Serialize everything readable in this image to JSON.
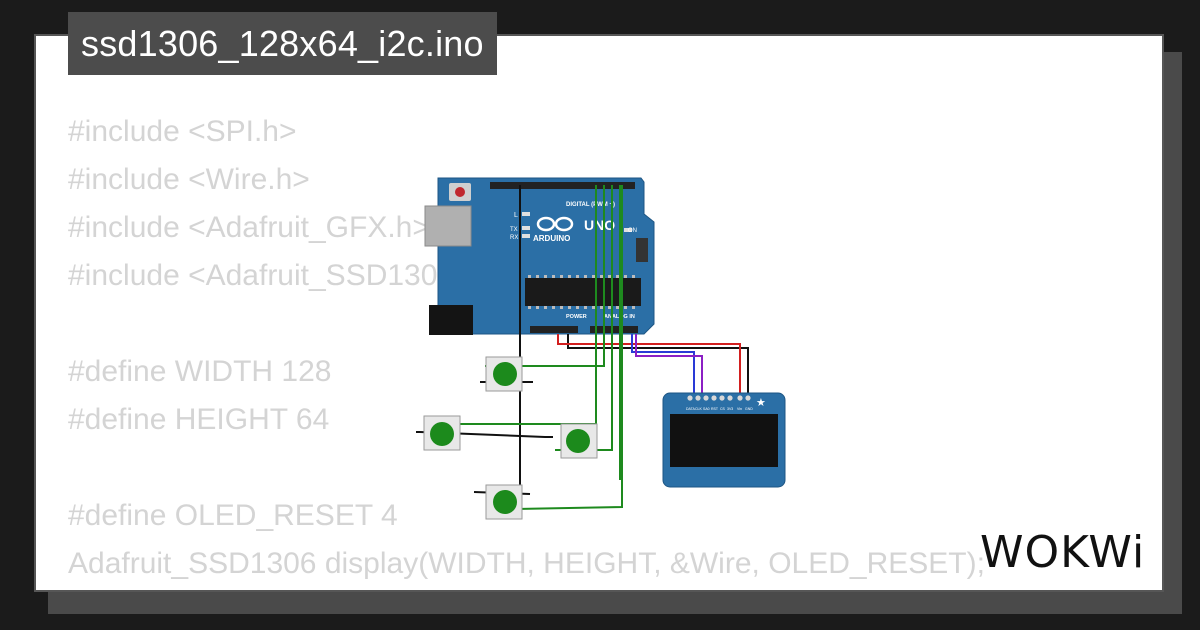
{
  "title": "ssd1306_128x64_i2c.ino",
  "code_lines": [
    "#include <SPI.h>",
    "#include <Wire.h>",
    "#include <Adafruit_GFX.h>",
    "#include <Adafruit_SSD1306.h>",
    "",
    "#define WIDTH 128",
    "#define HEIGHT 64",
    "",
    "#define OLED_RESET 4",
    "Adafruit_SSD1306 display(WIDTH, HEIGHT, &Wire, OLED_RESET);"
  ],
  "board": {
    "brand": "ARDUINO",
    "model": "UNO",
    "digital_label": "DIGITAL (PWM ~)",
    "power_label": "POWER",
    "analog_label": "ANALOG IN",
    "on_label": "ON",
    "tx_label": "TX",
    "rx_label": "RX",
    "l_label": "L"
  },
  "oled": {
    "pin_labels": [
      "DATA",
      "CLK",
      "SA0",
      "RST",
      "CS",
      "3V3",
      "Vin",
      "GND"
    ]
  },
  "logo": "WOKWi",
  "colors": {
    "board": "#2b6fa6",
    "button": "#1c8a1c",
    "wire_green": "#1e8a1e",
    "wire_black": "#111111",
    "wire_red": "#d21f1f",
    "wire_blue": "#2a3ad6",
    "wire_purple": "#8b1fc4"
  }
}
